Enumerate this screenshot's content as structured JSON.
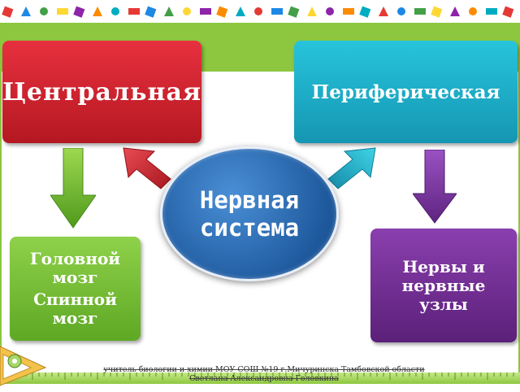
{
  "diagram": {
    "central": "Нервная система",
    "central_lines": [
      "Нервная",
      "система"
    ],
    "left_box": "Центральная",
    "right_box": "Периферическая",
    "left_child_lines": [
      "Головной",
      "мозг",
      "Спинной",
      "мозг"
    ],
    "right_child_lines": [
      "Нервы и",
      "нервные",
      "узлы"
    ]
  },
  "footer": {
    "line1": "учитель биологии и химии МОУ СОШ №19 г.Мичуринска Тамбовской области",
    "line2": "Светлана Александровна Головкина"
  },
  "colors": {
    "central": "#1f5a9e",
    "left_box": "#c9202b",
    "right_box": "#1aa8c4",
    "left_child": "#76bd35",
    "right_child": "#6f2c91",
    "band": "#8dc63f"
  },
  "icons": [
    "decorative-shapes",
    "ruler-icon",
    "triangle-ruler-icon"
  ]
}
